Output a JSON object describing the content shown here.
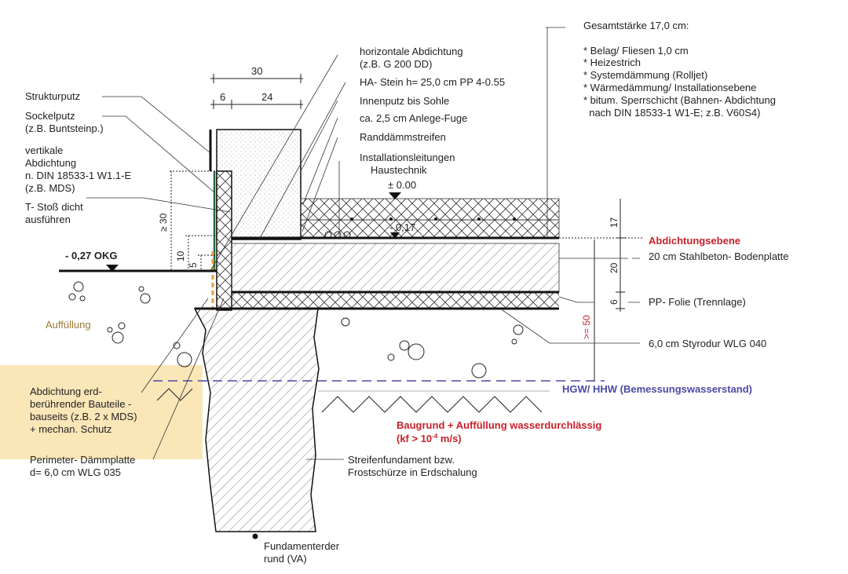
{
  "top_dims": {
    "total": "30",
    "left": "6",
    "right": "24"
  },
  "left_labels": {
    "strukturputz": "Strukturputz",
    "sockelputz_1": "Sockelputz",
    "sockelputz_2": "(z.B. Buntsteinp.)",
    "vertikal_1": "vertikale",
    "vertikal_2": "Abdichtung",
    "vertikal_3": "n. DIN 18533-1 W1.1-E",
    "vertikal_4": "(z.B. MDS)",
    "tstoss_1": "T- Stoß dicht",
    "tstoss_2": "ausführen",
    "okg": "- 0,27 OKG",
    "auffuellung": "Auffüllung",
    "erd_1": "Abdichtung erd-",
    "erd_2": "berührender Bauteile -",
    "erd_3": "bauseits (z.B. 2 x MDS)",
    "erd_4": "+ mechan. Schutz",
    "perim_1": "Perimeter- Dämmplatte",
    "perim_2": "d= 6,0 cm WLG 035"
  },
  "left_dims": {
    "min30": "≥ 30",
    "d10": "10",
    "d5": "5"
  },
  "center_labels": {
    "horiz_1": "horizontale Abdichtung",
    "horiz_2": "(z.B. G 200 DD)",
    "ha_stein": "HA- Stein h= 25,0 cm PP 4-0.55",
    "innenputz": "Innenputz bis Sohle",
    "fuge": "ca. 2,5 cm Anlege-Fuge",
    "rand": "Randdämmstreifen",
    "install_1": "Installationsleitungen",
    "install_2": "Haustechnik",
    "level_0": "± 0.00",
    "level_017": "- 0,17"
  },
  "floor_build": {
    "title": "Gesamtstärke 17,0 cm:",
    "items": [
      "* Belag/ Fliesen 1,0 cm",
      "* Heizestrich",
      "* Systemdämmung (Rolljet)",
      "* Wärmedämmung/ Installationsebene",
      "* bitum. Sperrschicht (Bahnen- Abdichtung",
      "  nach DIN 18533-1 W1-E; z.B. V60S4)"
    ]
  },
  "right_labels": {
    "abdichtungsebene": "Abdichtungsebene",
    "bodenplatte": "20 cm Stahlbeton- Bodenplatte",
    "folie": "PP- Folie (Trennlage)",
    "styrodur": "6,0 cm Styrodur WLG 040",
    "hgw": "HGW/ HHW (Bemessungswasserstand)",
    "baugrund_1": "Baugrund + Auffüllung wasserdurchlässig",
    "baugrund_2a": "(kf > 10",
    "baugrund_2sup": "-4",
    "baugrund_2b": " m/s)"
  },
  "right_dims": {
    "d17": "17",
    "d20": "20",
    "d6": "6",
    "min50": ">= 50"
  },
  "bottom_labels": {
    "fund_1": "Streifenfundament bzw.",
    "fund_2": "Frostschürze in Erdschalung",
    "erder_1": "Fundamenterder",
    "erder_2": "rund (VA)"
  },
  "colors": {
    "red": "#c8202a",
    "blue": "#4a4aa8",
    "highlight": "#fbe6b8",
    "green": "#1f6b3a",
    "orange": "#e0a040"
  }
}
